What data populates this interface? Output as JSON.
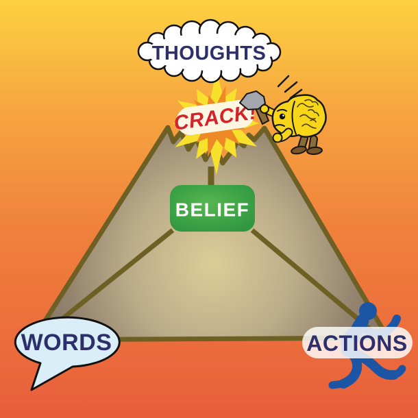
{
  "labels": {
    "thoughts": "THOUGHTS",
    "crack": "CRACK!",
    "belief": "BELIEF",
    "words": "WORDS",
    "actions": "ACTIONS"
  },
  "icons": {
    "thought_cloud": "thought-cloud",
    "starburst": "crack-starburst",
    "hammer": "hammer-icon",
    "brain": "brain-character",
    "speech_bubble": "speech-bubble",
    "runner": "running-person-icon"
  },
  "colors": {
    "bg_top": "#fcd140",
    "bg_mid": "#f0813c",
    "bg_bottom": "#e85e3b",
    "navy": "#2d2f6b",
    "crack_red": "#d3222a",
    "star_yellow": "#f8e12c",
    "star_orange": "#ee8a26",
    "mountain_light": "#dccd97",
    "mountain_dark": "#857565",
    "mountain_border": "#6e6024",
    "belief_green": "#3ba245",
    "belief_text": "#ffffff",
    "bubble_blue": "#daeef8",
    "runner_blue": "#1d55a5",
    "brain_yellow": "#f7d519",
    "handle_brown": "#8a6c39"
  }
}
